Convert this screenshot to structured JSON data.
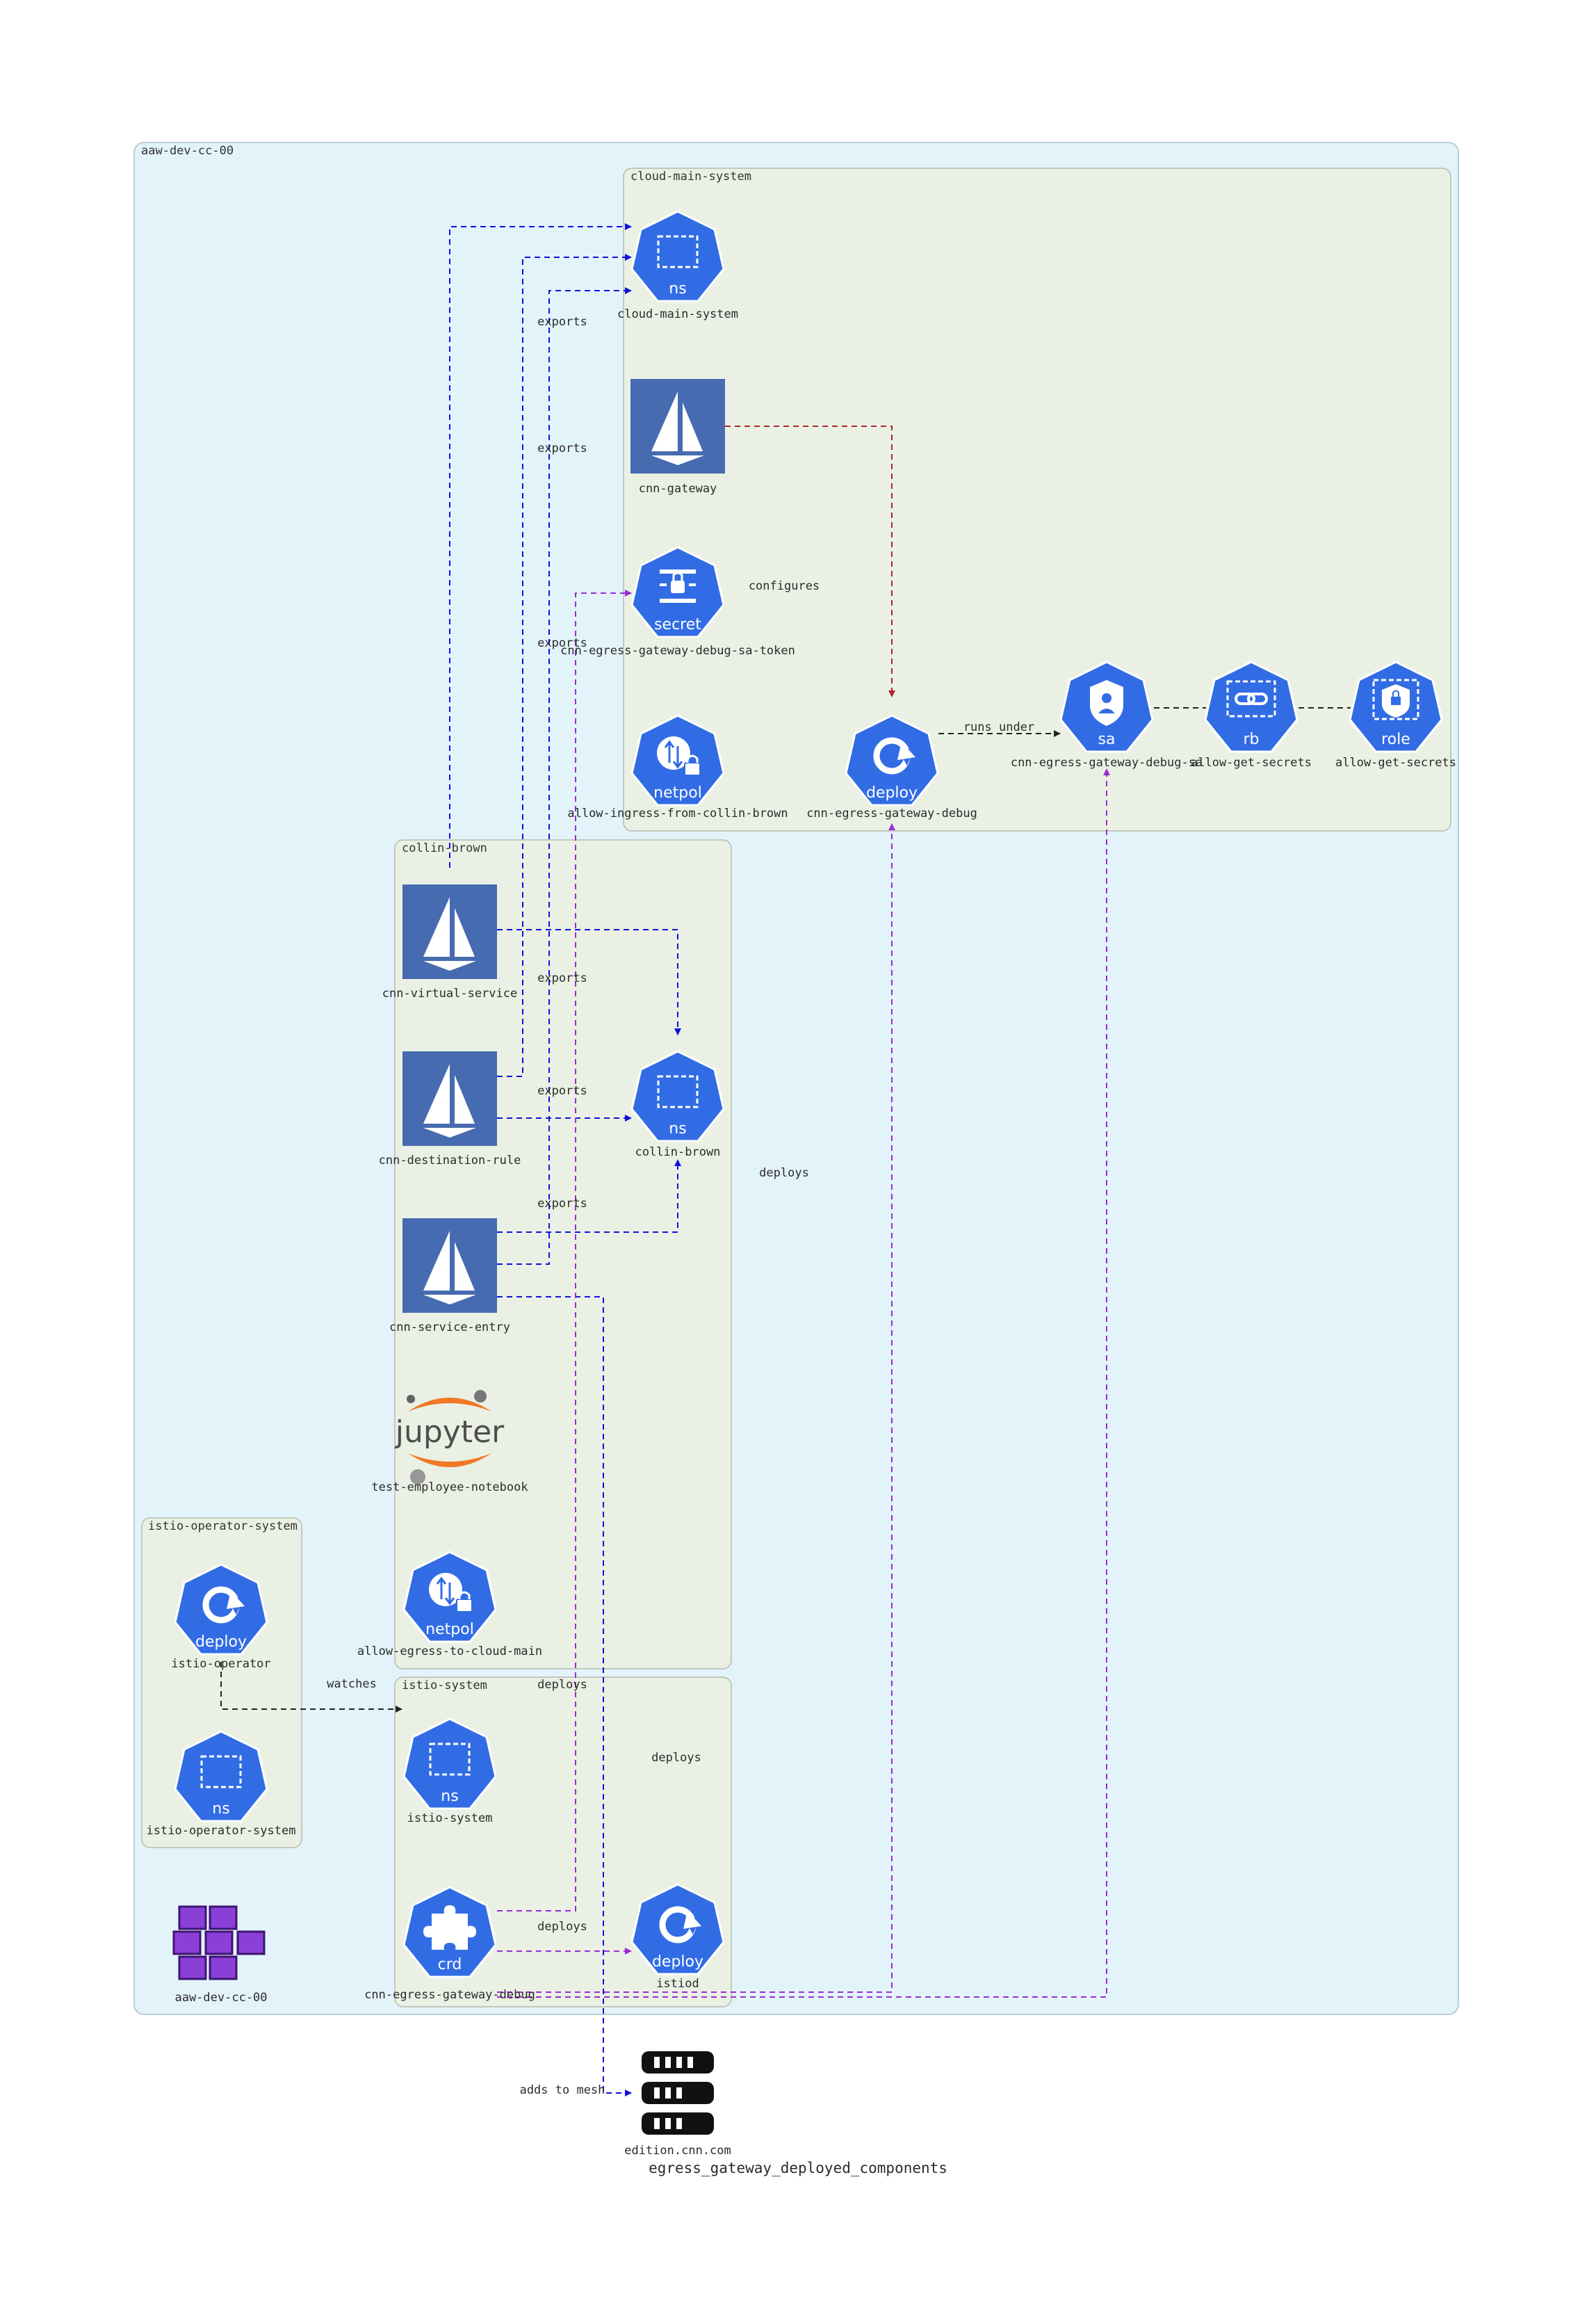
{
  "colors": {
    "outer_cluster_fill": "#e3f3fa",
    "inner_cluster_fill": "#eaf1e4",
    "k8s_blue": "#326ce5",
    "istio_blue": "#466bb0",
    "edge_blue": "#1111dd",
    "edge_purple": "#9a2bd8",
    "edge_red": "#b0252a",
    "edge_black": "#222222",
    "jupyter_orange": "#f37726",
    "aks_purple": "#8a3fd6"
  },
  "diagram": {
    "caption": "egress_gateway_deployed_components",
    "clusters": {
      "aaw": "aaw-dev-cc-00",
      "cloud_main": "cloud-main-system",
      "collin_brown": "collin-brown",
      "istio_operator": "istio-operator-system",
      "istio_system": "istio-system"
    },
    "nodes": {
      "ns_cloud_main": {
        "badge": "ns",
        "label": "cloud-main-system",
        "icon": "namespace-icon"
      },
      "cnn_gateway": {
        "label": "cnn-gateway",
        "icon": "istio-sail-icon"
      },
      "secret_token": {
        "badge": "secret",
        "label": "cnn-egress-gateway-debug-sa-token",
        "icon": "secret-icon"
      },
      "netpol_ingress": {
        "badge": "netpol",
        "label": "allow-ingress-from-collin-brown",
        "icon": "network-policy-icon"
      },
      "deploy_debug": {
        "badge": "deploy",
        "label": "cnn-egress-gateway-debug",
        "icon": "deployment-icon"
      },
      "sa_debug": {
        "badge": "sa",
        "label": "cnn-egress-gateway-debug-sa",
        "icon": "service-account-icon"
      },
      "rb_secrets": {
        "badge": "rb",
        "label": "allow-get-secrets",
        "icon": "role-binding-icon"
      },
      "role_secrets": {
        "badge": "role",
        "label": "allow-get-secrets",
        "icon": "role-icon"
      },
      "cnn_vs": {
        "label": "cnn-virtual-service",
        "icon": "istio-sail-icon"
      },
      "cnn_dr": {
        "label": "cnn-destination-rule",
        "icon": "istio-sail-icon"
      },
      "cnn_se": {
        "label": "cnn-service-entry",
        "icon": "istio-sail-icon"
      },
      "ns_collin": {
        "badge": "ns",
        "label": "collin-brown",
        "icon": "namespace-icon"
      },
      "notebook": {
        "label": "test-employee-notebook",
        "icon": "jupyter-logo-icon",
        "logo_text": "jupyter"
      },
      "netpol_egress": {
        "badge": "netpol",
        "label": "allow-egress-to-cloud-main",
        "icon": "network-policy-icon"
      },
      "istio_operator": {
        "badge": "deploy",
        "label": "istio-operator",
        "icon": "deployment-icon"
      },
      "ns_istio_operator": {
        "badge": "ns",
        "label": "istio-operator-system",
        "icon": "namespace-icon"
      },
      "ns_istio_system": {
        "badge": "ns",
        "label": "istio-system",
        "icon": "namespace-icon"
      },
      "crd_debug": {
        "badge": "crd",
        "label": "cnn-egress-gateway-debug",
        "icon": "crd-puzzle-icon"
      },
      "istiod": {
        "badge": "deploy",
        "label": "istiod",
        "icon": "deployment-icon"
      },
      "aks": {
        "label": "aaw-dev-cc-00",
        "icon": "aks-cluster-icon"
      },
      "edition_cnn": {
        "label": "edition.cnn.com",
        "icon": "server-rack-icon"
      }
    },
    "edge_labels": {
      "exports": "exports",
      "configures": "configures",
      "runs_under": "runs under",
      "deploys": "deploys",
      "watches": "watches",
      "adds_to_mesh": "adds to mesh"
    }
  }
}
